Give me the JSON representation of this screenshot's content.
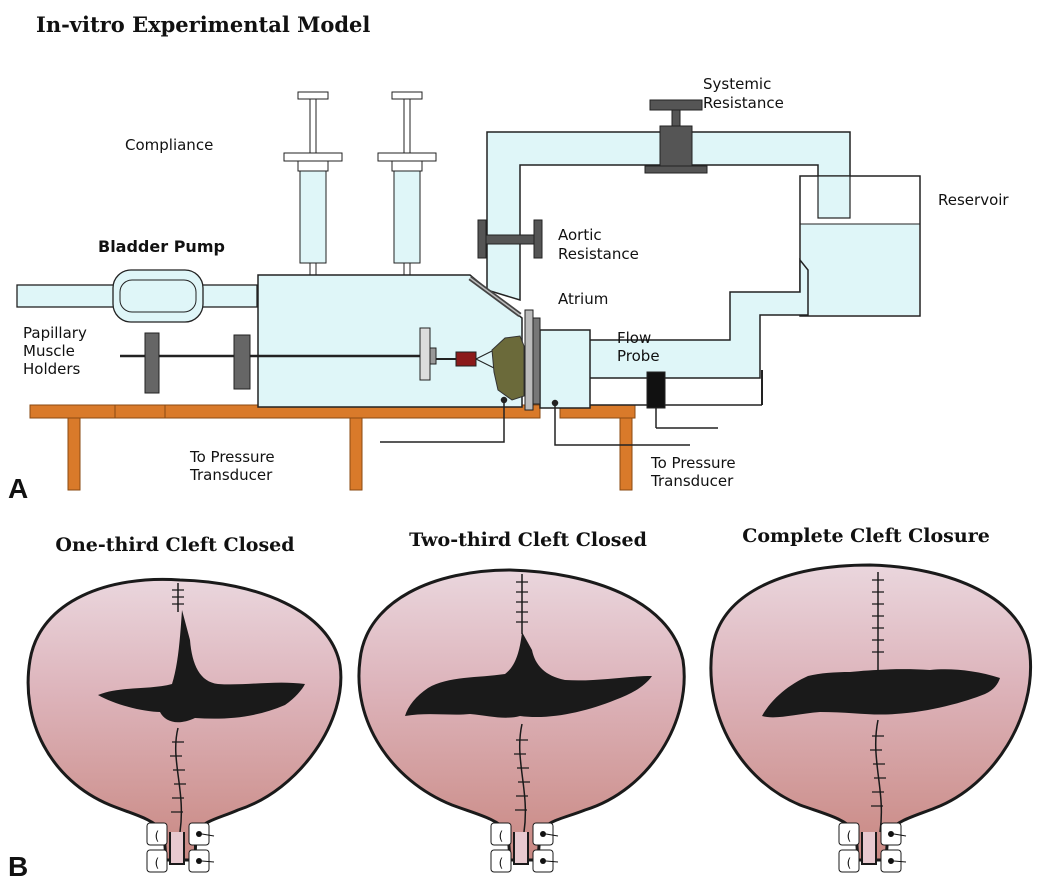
{
  "panel_a": {
    "title": "In-vitro Experimental Model",
    "letter": "A",
    "labels": {
      "compliance": "Compliance",
      "systemic_1": "Systemic",
      "systemic_2": "Resistance",
      "reservoir": "Reservoir",
      "bladder_pump": "Bladder Pump",
      "aortic_1": "Aortic",
      "aortic_2": "Resistance",
      "atrium": "Atrium",
      "papillary_1": "Papillary",
      "papillary_2": "Muscle",
      "papillary_3": "Holders",
      "flow_1": "Flow",
      "flow_2": "Probe",
      "pt_left_1": "To Pressure",
      "pt_left_2": "Transducer",
      "pt_right_1": "To Pressure",
      "pt_right_2": "Transducer"
    },
    "colors": {
      "fluid": "#dff6f8",
      "table": "#d97a2a",
      "outline": "#222222",
      "device": "#555555",
      "valve_tissue": "#6b6a3a",
      "probe_red": "#8b1a1a"
    }
  },
  "panel_b": {
    "letter": "B",
    "valves": [
      {
        "title": "One-third Cleft Closed"
      },
      {
        "title": "Two-third Cleft Closed"
      },
      {
        "title": "Complete Cleft Closure"
      }
    ],
    "colors": {
      "leaflet_top": "#e6cdd6",
      "leaflet_bottom": "#c98a86",
      "orifice": "#1a1a1a",
      "outline": "#1a1a1a"
    }
  }
}
